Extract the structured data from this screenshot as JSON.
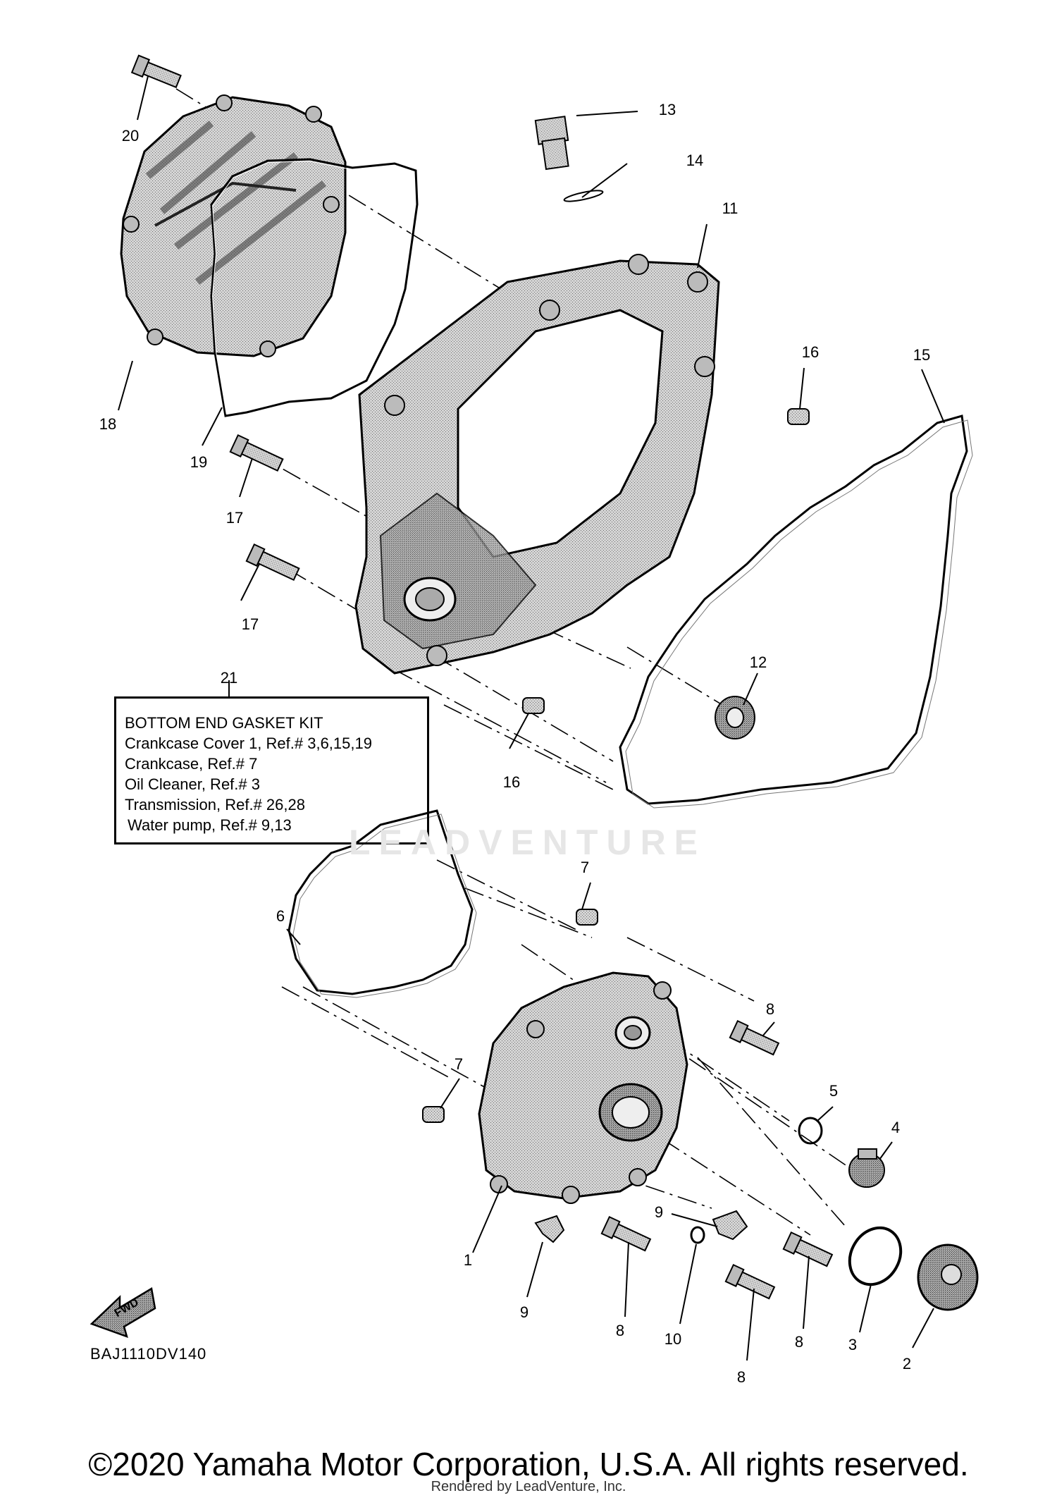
{
  "diagram_code": "BAJ1110DV140",
  "fwd_label": "FWD",
  "watermark": "LEADVENTURE",
  "copyright": "©2020 Yamaha Motor Corporation, U.S.A. All rights reserved.",
  "rendered_by": "Rendered by LeadVenture, Inc.",
  "gasket_kit": {
    "ref": "21",
    "lines": [
      "BOTTOM END GASKET KIT",
      "Crankcase Cover 1, Ref.# 3,6,15,19",
      "Crankcase, Ref.# 7",
      "Oil Cleaner, Ref.# 3",
      "Transmission, Ref.# 26,28",
      "Water pump, Ref.# 9,13"
    ]
  },
  "callouts": [
    "20",
    "13",
    "14",
    "11",
    "16",
    "15",
    "18",
    "19",
    "17",
    "17",
    "12",
    "21",
    "16",
    "7",
    "6",
    "8",
    "5",
    "4",
    "7",
    "1",
    "9",
    "9",
    "8",
    "10",
    "8",
    "8",
    "3",
    "2"
  ]
}
